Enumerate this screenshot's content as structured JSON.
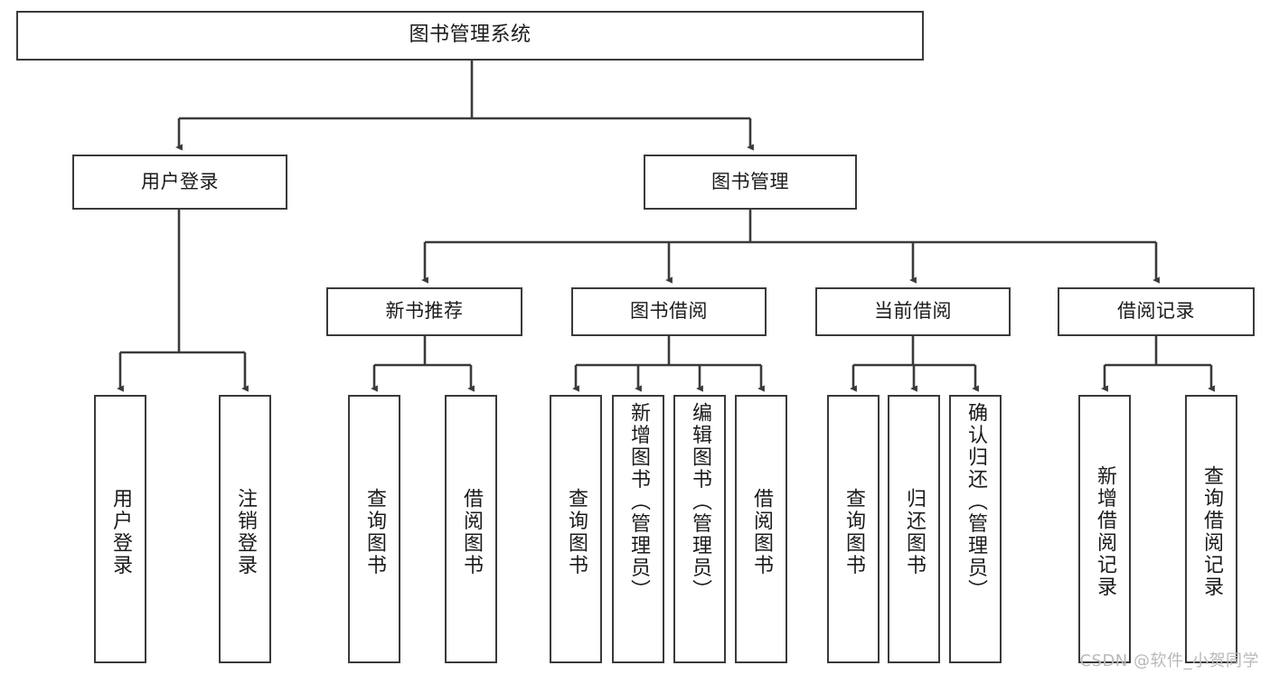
{
  "diagram": {
    "title": "图书管理系统",
    "type": "tree-hierarchy",
    "watermark": "CSDN @软件_小贺同学",
    "root": {
      "label": "图书管理系统"
    },
    "level2": [
      {
        "label": "用户登录"
      },
      {
        "label": "图书管理"
      }
    ],
    "level3": [
      {
        "label": "新书推荐"
      },
      {
        "label": "图书借阅"
      },
      {
        "label": "当前借阅"
      },
      {
        "label": "借阅记录"
      }
    ],
    "leaves": {
      "user_login": [
        {
          "label": "用户登录"
        },
        {
          "label": "注销登录"
        }
      ],
      "new_book_recommend": [
        {
          "label": "查询图书"
        },
        {
          "label": "借阅图书"
        }
      ],
      "book_borrow": [
        {
          "label": "查询图书"
        },
        {
          "label": "新增图书（管理员）"
        },
        {
          "label": "编辑图书（管理员）"
        },
        {
          "label": "借阅图书"
        }
      ],
      "current_borrow": [
        {
          "label": "查询图书"
        },
        {
          "label": "归还图书"
        },
        {
          "label": "确认归还（管理员）"
        }
      ],
      "borrow_record": [
        {
          "label": "新增借阅记录"
        },
        {
          "label": "查询借阅记录"
        }
      ]
    },
    "colors": {
      "stroke": "#3a3a3a",
      "background": "#ffffff",
      "text": "#1b1b1b",
      "watermark": "#b9b9b9"
    }
  }
}
